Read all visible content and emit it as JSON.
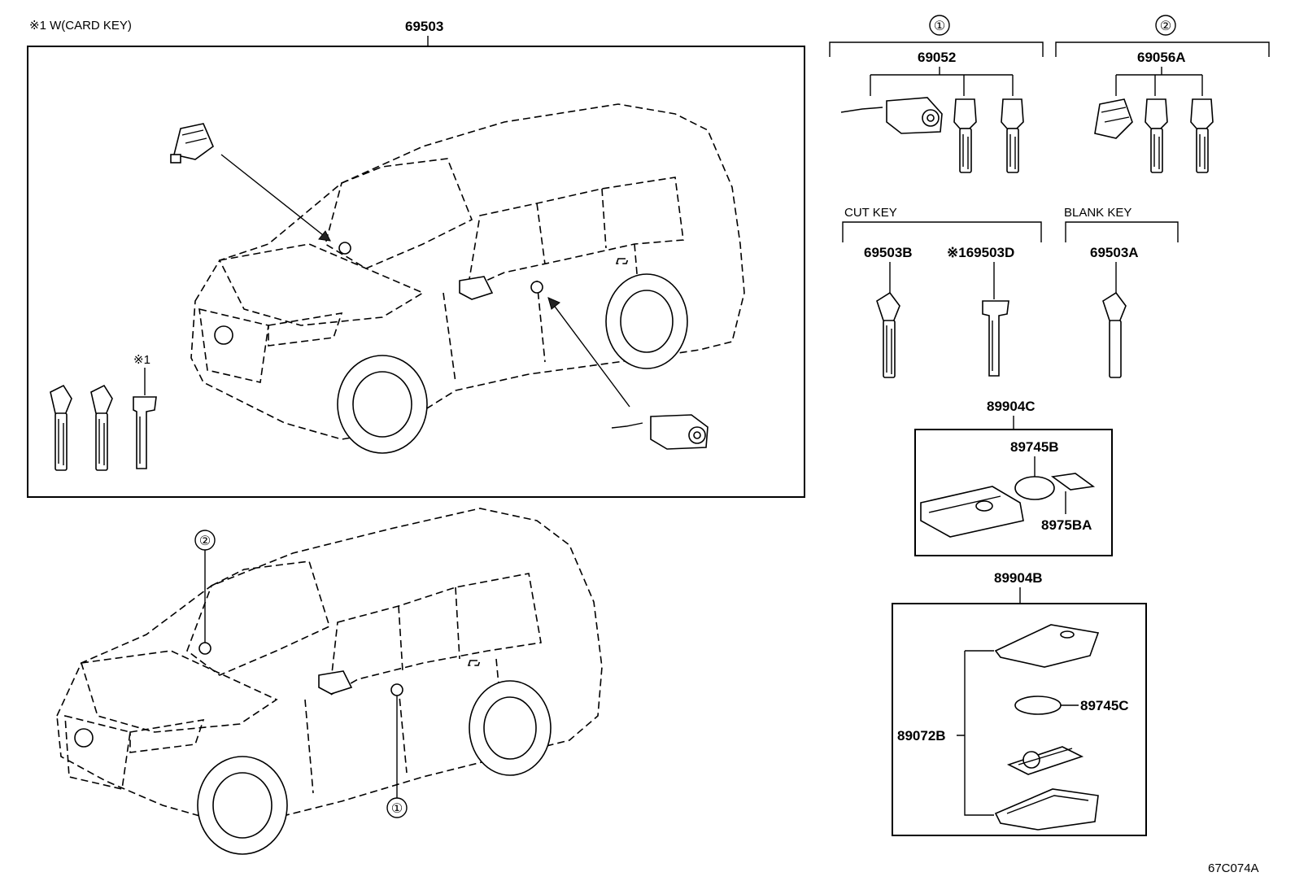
{
  "note": "※1 W(CARD KEY)",
  "main_part": "69503",
  "callouts": [
    "①",
    "②"
  ],
  "note_marker": "※1",
  "groups": {
    "g1": {
      "marker": "①",
      "part": "69052"
    },
    "g2": {
      "marker": "②",
      "part": "69056A"
    }
  },
  "cut_key": {
    "title": "CUT KEY",
    "parts": [
      "69503B",
      "※169503D"
    ]
  },
  "blank_key": {
    "title": "BLANK KEY",
    "parts": [
      "69503A"
    ]
  },
  "card_assy": {
    "part": "89904C",
    "sub_parts": [
      "89745B",
      "8975BA"
    ]
  },
  "remote_assy": {
    "part": "89904B",
    "sub_parts": [
      "89745C",
      "89072B"
    ]
  },
  "diagram_id": "67C074A"
}
